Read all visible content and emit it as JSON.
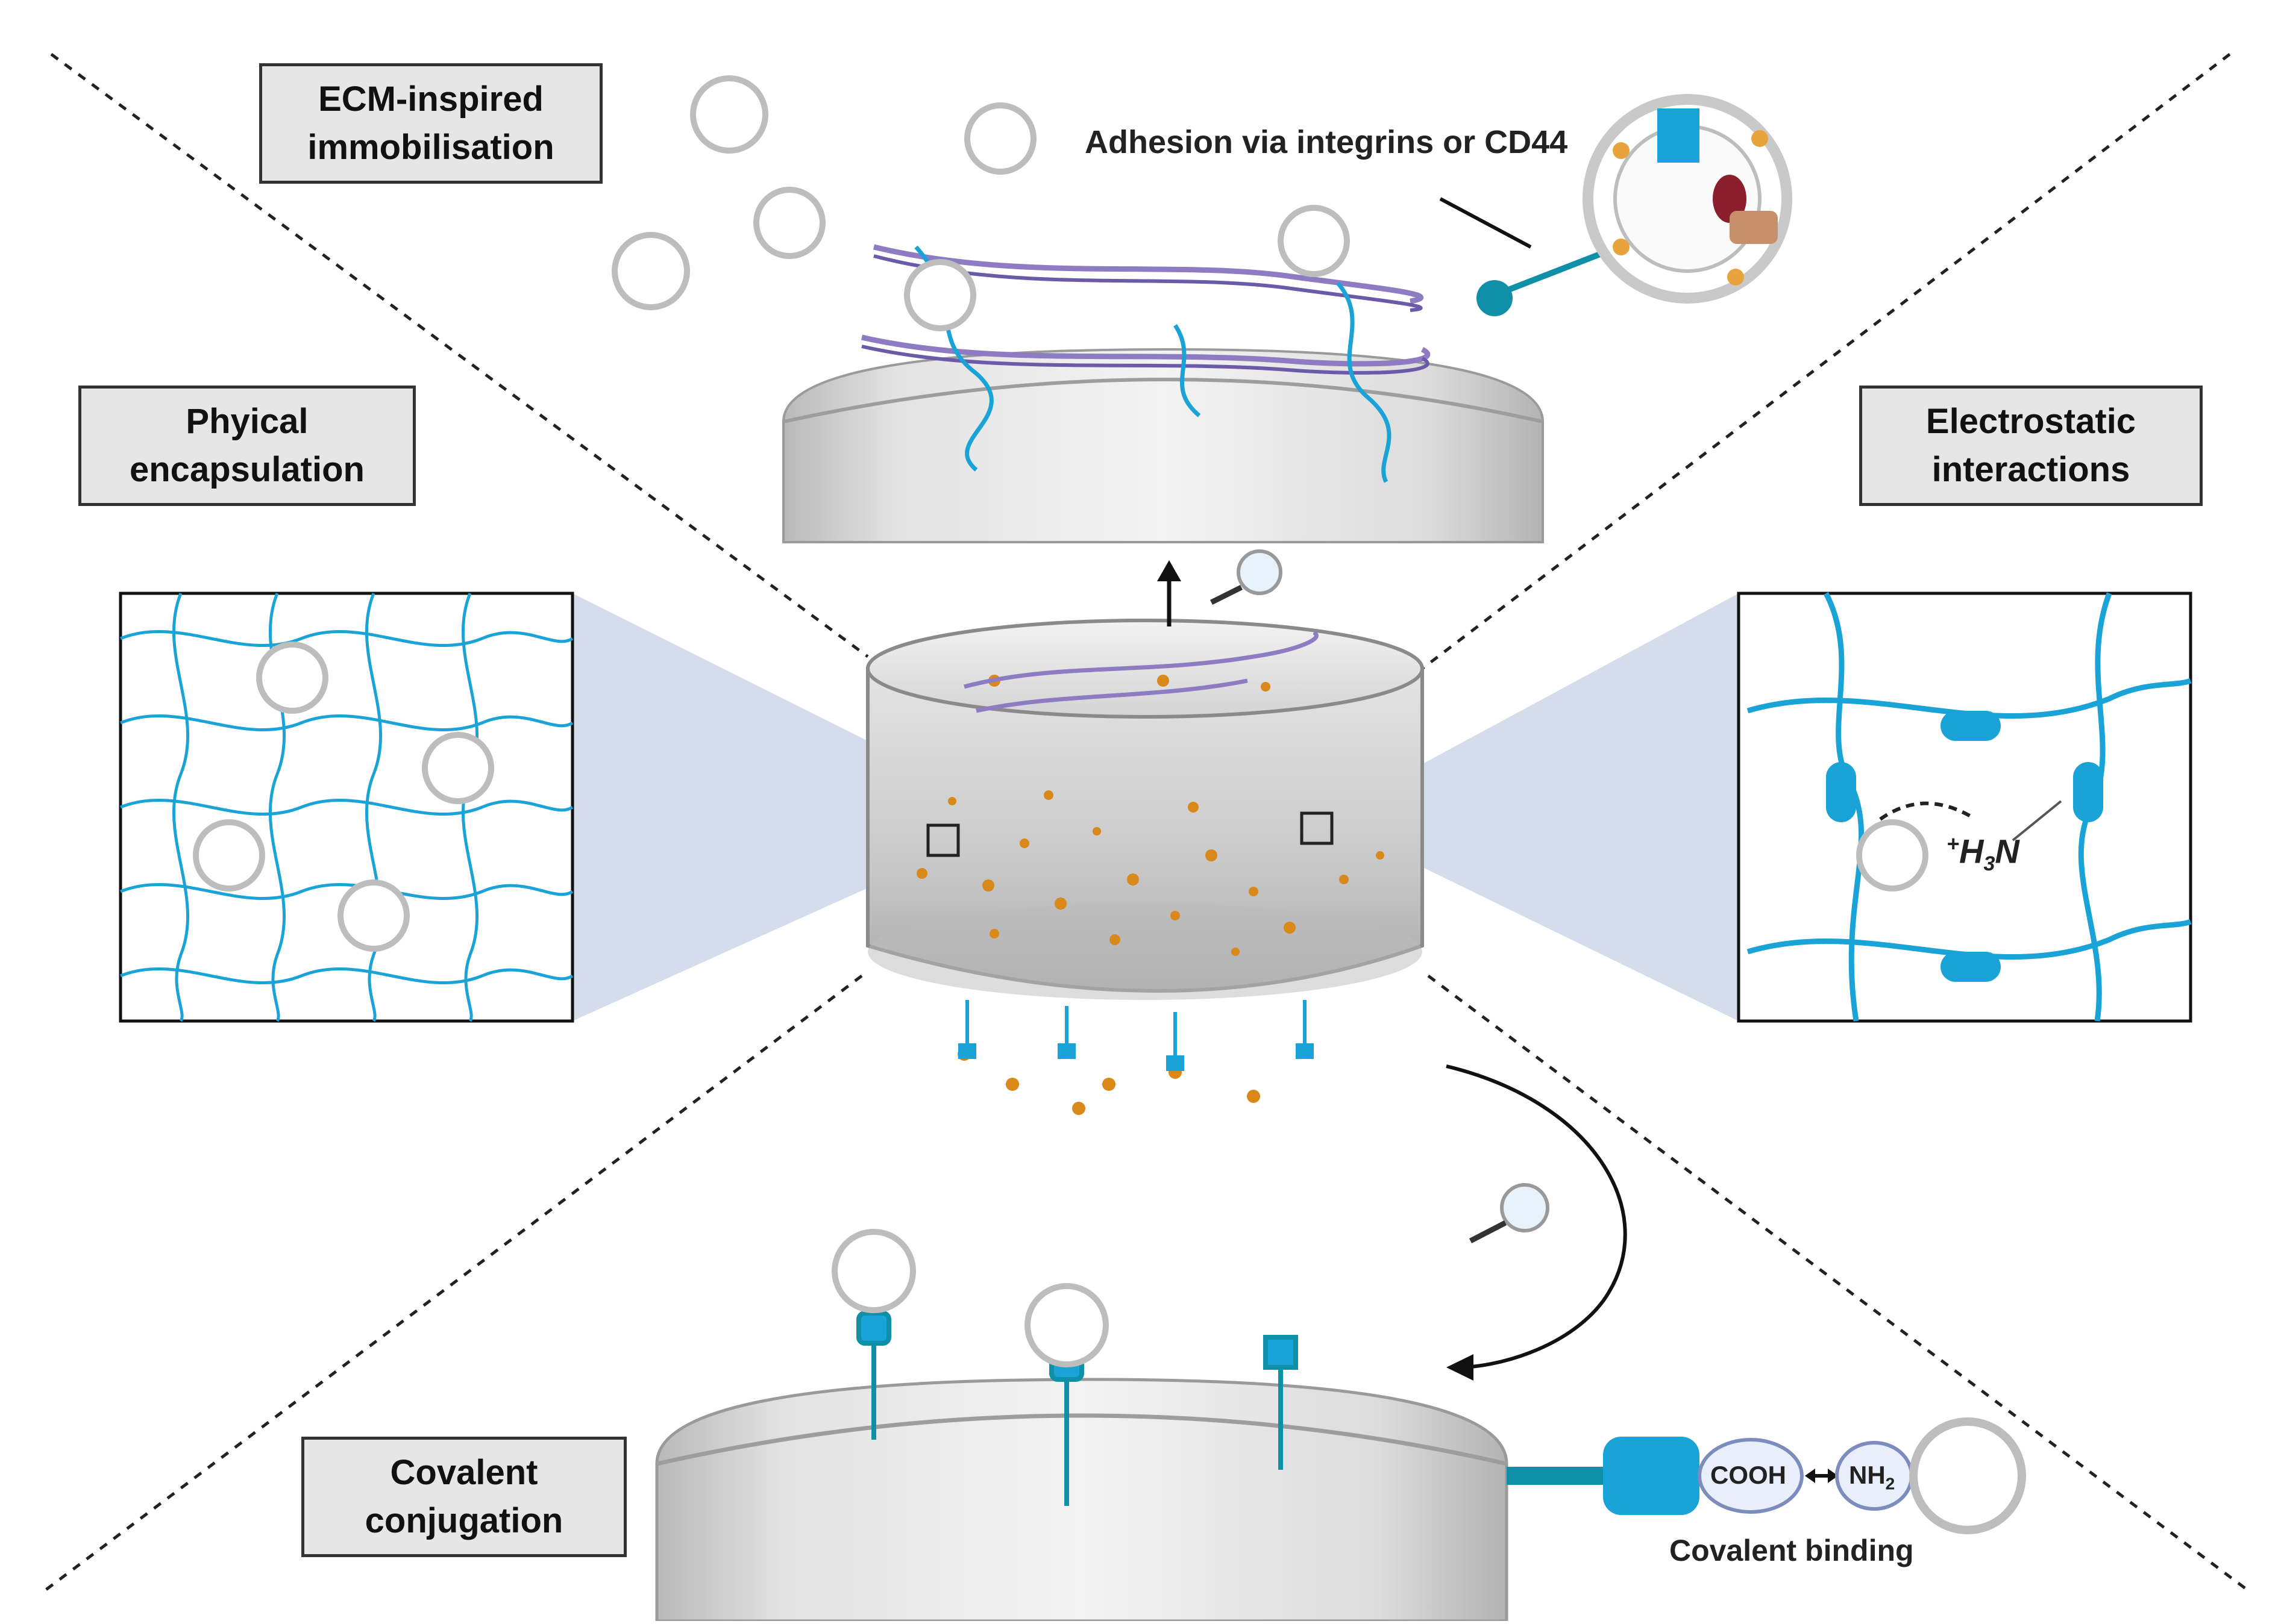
{
  "labels": {
    "ecm": {
      "line1": "ECM-inspired",
      "line2": "immobilisation"
    },
    "physical": {
      "line1": "Phyical",
      "line2": "encapsulation"
    },
    "electrostatic": {
      "line1": "Electrostatic",
      "line2": "interactions"
    },
    "covalent": {
      "line1": "Covalent",
      "line2": "conjugation"
    }
  },
  "annotations": {
    "adhesion": "Adhesion via integrins or CD44",
    "ammonium_plus": "+",
    "ammonium_h": "H",
    "ammonium_sub": "3",
    "ammonium_n": "N",
    "cooh": "COOH",
    "nh2_main": "NH",
    "nh2_sub": "2",
    "covalent_binding": "Covalent binding"
  },
  "colors": {
    "fiber_blue": "#1aa3d6",
    "collagen_purple": "#8e7cc3",
    "vesicle_orange": "#e8a33c",
    "dot_orange": "#d9881a",
    "scaffold_grey": "#d0d0d0",
    "zoom_panel": "#c7d0e4",
    "receptor_teal": "#0f8fa8"
  },
  "icons": {
    "magnifier": "magnifier-icon",
    "arrow": "arrow-icon"
  }
}
